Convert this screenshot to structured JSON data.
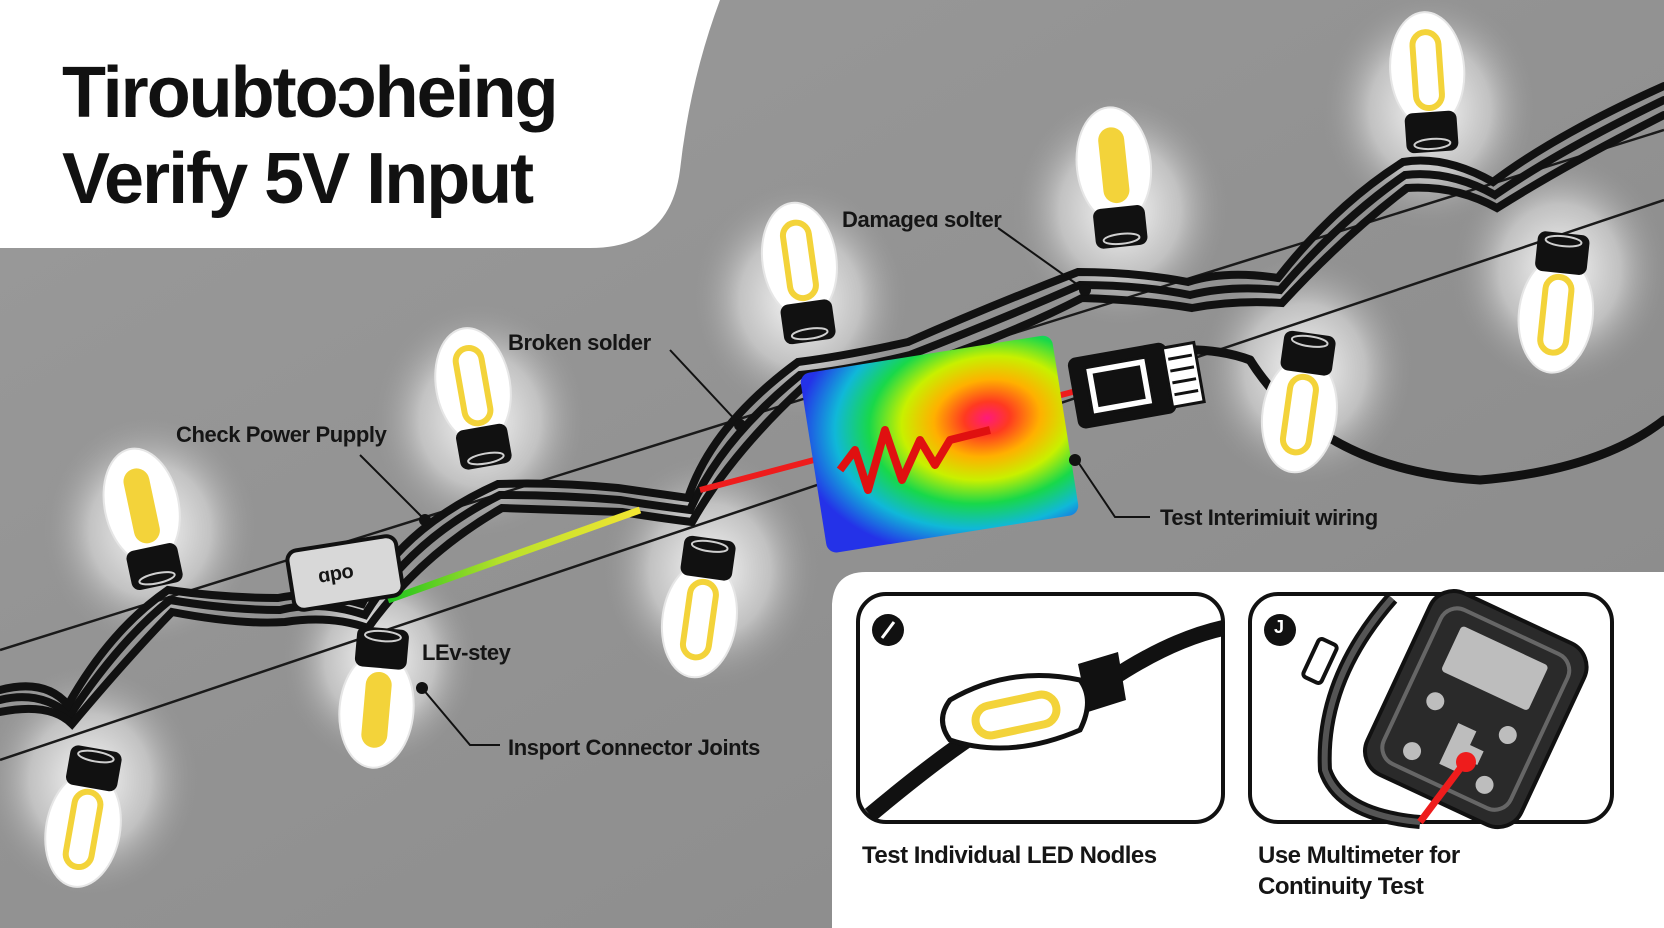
{
  "title": {
    "line1": "Tiroubtoɔheing",
    "line2": "Verify 5V Input"
  },
  "callouts": {
    "damaged_solder": "Damageɑ solter",
    "broken_solder": "Broken solder",
    "check_power": "Check Power Pupply",
    "test_intermittent": "Test  Interimiuit wiring",
    "level_step": "LΕv-stey",
    "inspect_joints": "Insport Connector Joints",
    "tag_text": "ɑpo"
  },
  "panels": {
    "left": {
      "badge": "/",
      "caption": "Test Individual LED Nodles"
    },
    "right": {
      "badge": "J",
      "caption_line1": "Use Multimeter for",
      "caption_line2": "Continuity Test"
    }
  },
  "colors": {
    "background": "#8f8f8f",
    "bulb_yellow": "#f3d33a",
    "wire": "#111111",
    "signal_green": "#2fd02f",
    "signal_red": "#ee1c1c",
    "panel_background": "#ffffff"
  },
  "icons": [
    "led-bulb-icon",
    "usb-connector-icon",
    "heatmap-pulse-icon",
    "multimeter-icon"
  ]
}
